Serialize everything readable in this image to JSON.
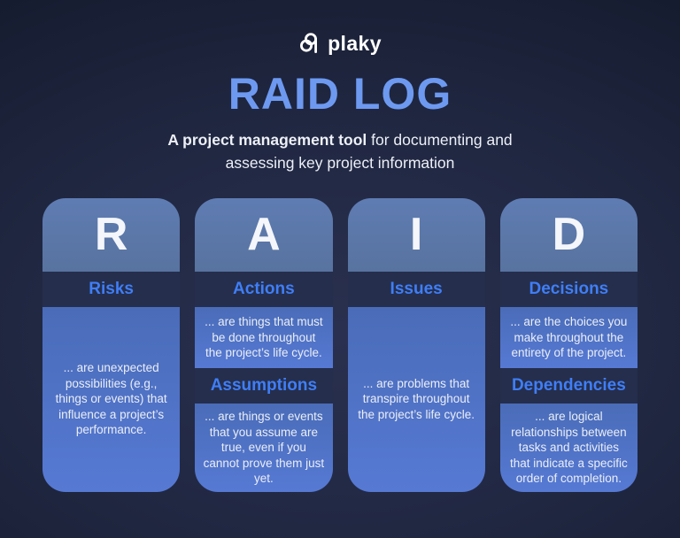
{
  "brand": {
    "name": "plaky",
    "logo_icon": "plaky-logo-icon"
  },
  "header": {
    "title": "RAID LOG",
    "subtitle_bold": "A project management tool",
    "subtitle_rest": " for documenting and assessing key project information"
  },
  "columns": [
    {
      "letter": "R",
      "sections": [
        {
          "label": "Risks",
          "text": "... are unexpected possibilities (e.g., things or events) that influence a project’s performance."
        }
      ]
    },
    {
      "letter": "A",
      "sections": [
        {
          "label": "Actions",
          "text": "... are things that must be done throughout the project’s life cycle."
        },
        {
          "label": "Assumptions",
          "text": "... are things or events that you assume are true, even if you cannot prove them just yet."
        }
      ]
    },
    {
      "letter": "I",
      "sections": [
        {
          "label": "Issues",
          "text": "... are problems that transpire throughout the project’s life cycle."
        }
      ]
    },
    {
      "letter": "D",
      "sections": [
        {
          "label": "Decisions",
          "text": "... are the choices you make throughout the entirety of the project."
        },
        {
          "label": "Dependencies",
          "text": "... are logical relationships between tasks and activities that indicate a specific order of completion."
        }
      ]
    }
  ],
  "colors": {
    "title_blue": "#6d99f0",
    "label_blue": "#3f7ef7",
    "letter_panel_blue": "#5b77ad",
    "body_panel_blue_top": "#4a6cb8",
    "body_panel_blue_bottom": "#5679d4",
    "dark_band": "#252e4c",
    "background_center": "#2a3150",
    "background_edge": "#10152a",
    "text_white": "#eef1f7"
  }
}
